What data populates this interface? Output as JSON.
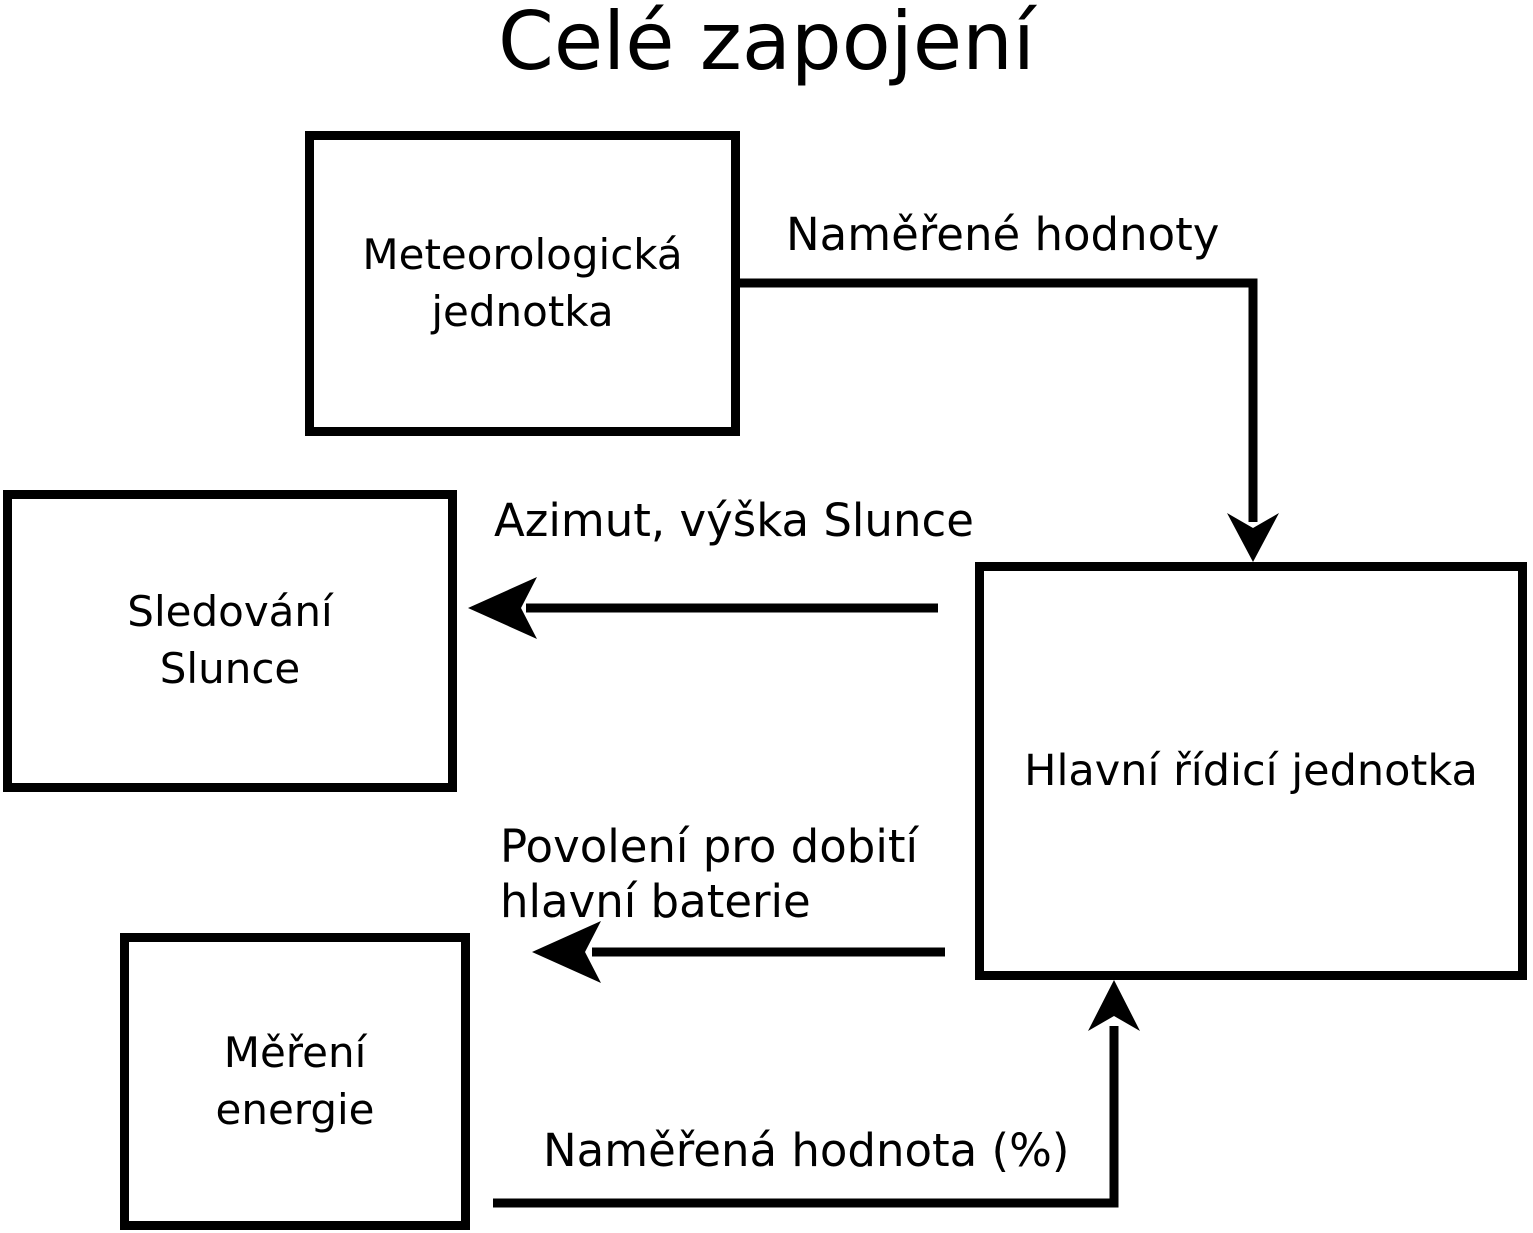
{
  "title": "Celé zapojení",
  "nodes": {
    "meteo": {
      "lines": [
        "Meteorologická",
        "jednotka"
      ]
    },
    "sledovani": {
      "lines": [
        "Sledování",
        "Slunce"
      ]
    },
    "mereni": {
      "lines": [
        "Měření",
        "energie"
      ]
    },
    "hlavni": {
      "lines": [
        "Hlavní řídicí jednotka"
      ]
    }
  },
  "edges": {
    "meteo_to_hlavni": {
      "label": "Naměřené hodnoty"
    },
    "hlavni_to_sledovani": {
      "label": "Azimut, výška Slunce"
    },
    "hlavni_to_battery": {
      "lines": [
        "Povolení pro dobití",
        "hlavní baterie"
      ]
    },
    "mereni_to_hlavni": {
      "label": "Naměřená hodnota (%)"
    }
  },
  "colors": {
    "line": "#000000",
    "bg": "#ffffff",
    "text": "#000000"
  }
}
